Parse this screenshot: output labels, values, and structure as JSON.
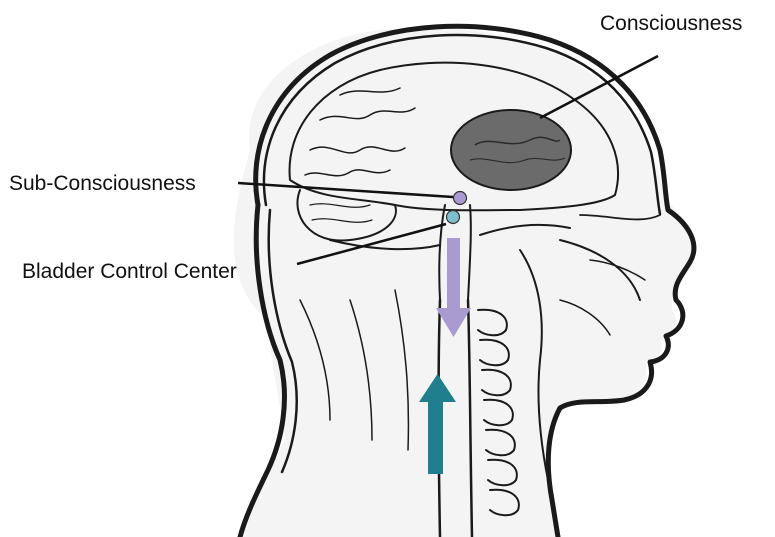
{
  "labels": {
    "consciousness": "Consciousness",
    "sub_consciousness": "Sub-Consciousness",
    "bladder_control_center": "Bladder Control Center"
  },
  "colors": {
    "consciousness_region": "#6b6b6b",
    "sub_consciousness_dot": "#a99ad0",
    "bladder_dot": "#7cc0cf",
    "down_arrow": "#a99ad0",
    "up_arrow": "#1f7f8c",
    "anatomy_line": "#1a1a1a"
  },
  "icons": {
    "head": "head-sagittal-section-icon",
    "down_arrow": "arrow-down-icon",
    "up_arrow": "arrow-up-icon"
  }
}
